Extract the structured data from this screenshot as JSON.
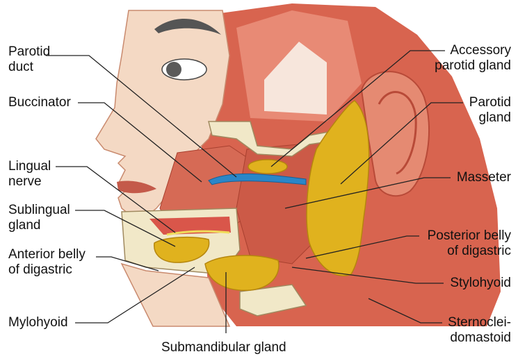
{
  "colors": {
    "skin": "#f4d9c4",
    "muscle": "#d8644f",
    "muscle_light": "#eba28f",
    "gland": "#e0b21e",
    "gland_dark": "#b5860e",
    "duct": "#2a86c8",
    "bone": "#f1e8c8",
    "leader": "#222222"
  },
  "labels": {
    "parotid_duct": "Parotid\nduct",
    "buccinator": "Buccinator",
    "lingual_nerve": "Lingual\nnerve",
    "sublingual_gland": "Sublingual\ngland",
    "anterior_belly": "Anterior belly\nof digastric",
    "mylohyoid": "Mylohyoid",
    "submandibular_gland": "Submandibular gland",
    "accessory_parotid": "Accessory\nparotid gland",
    "parotid_gland": "Parotid\ngland",
    "masseter": "Masseter",
    "posterior_belly": "Posterior belly\nof digastric",
    "stylohyoid": "Stylohyoid",
    "sternocleidomastoid": "Sternoclei-\ndomastoid"
  }
}
